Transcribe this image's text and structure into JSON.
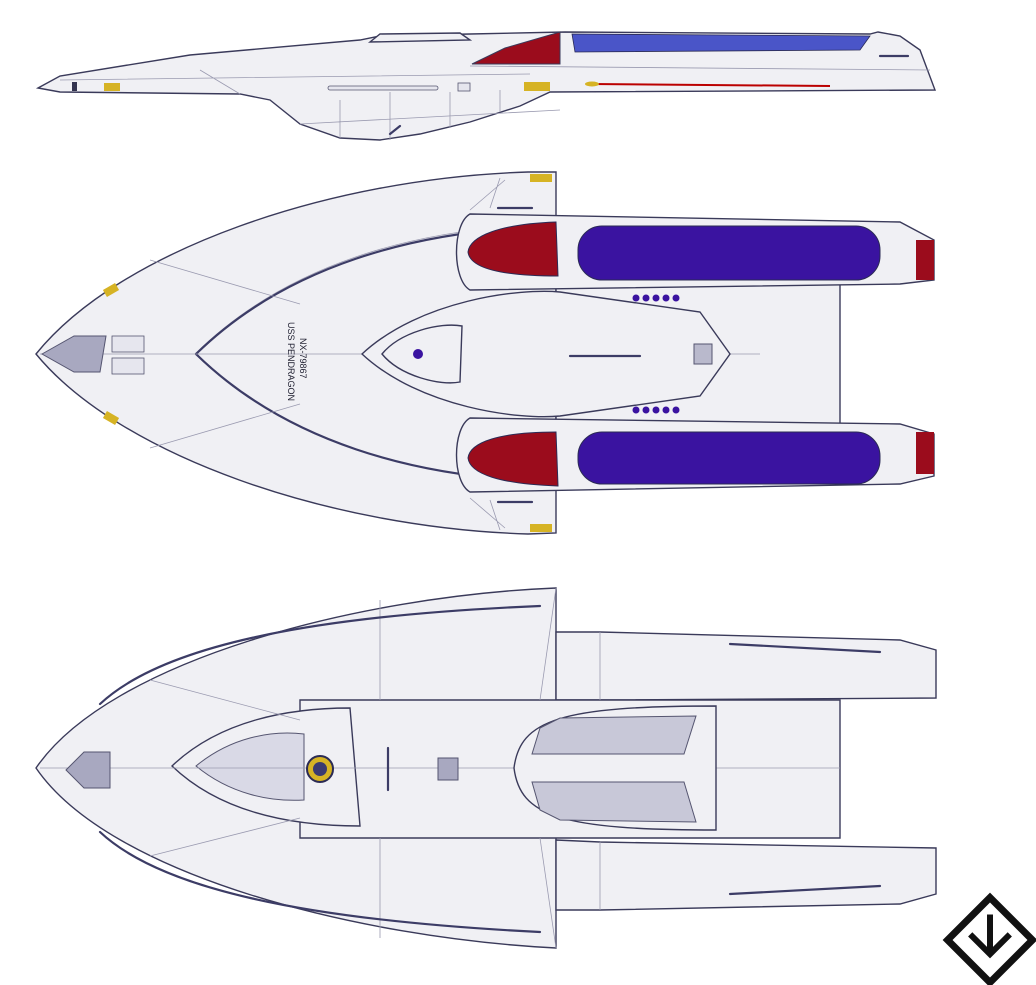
{
  "title": "",
  "views": [
    {
      "id": "profile",
      "label": ""
    },
    {
      "id": "dorsal",
      "label": ""
    },
    {
      "id": "ventral",
      "label": ""
    }
  ],
  "registry": {
    "ship_name": "USS PENDRAGON",
    "registry_number": "NX-79867"
  },
  "colors": {
    "hull": "#f0f0f4",
    "hull_line": "#3a3a5a",
    "bussard": "#9b0c1c",
    "nacelle_grille": "#3a13a0",
    "profile_grille": "#4a55c8",
    "thruster": "#d6b324",
    "window_panel": "#c8c8d8",
    "dark_detail": "#33334f"
  },
  "logo": {
    "icon": "studio-logo-icon"
  }
}
